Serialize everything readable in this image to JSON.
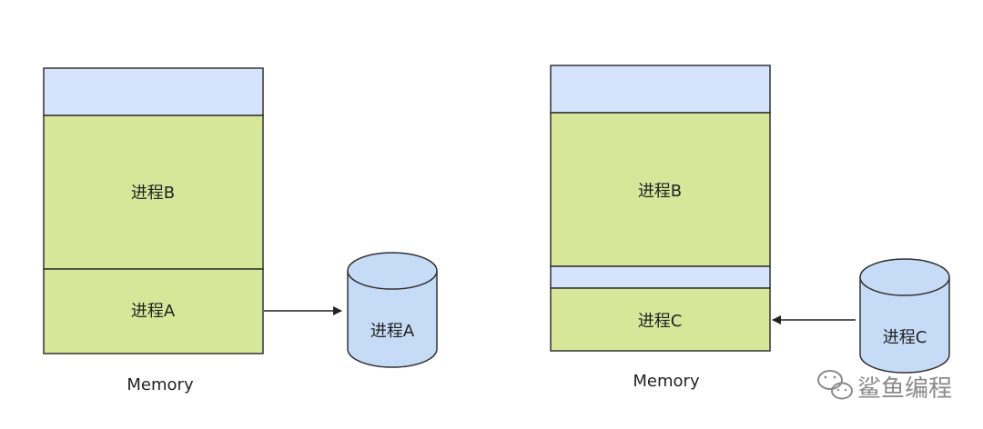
{
  "colors": {
    "free": "#d5e4fb",
    "process": "#d6e79a",
    "disk": "#c6dbf6",
    "stroke": "#333333",
    "watermark": "#8a8a8a"
  },
  "left": {
    "segments": [
      {
        "label": "",
        "state": "free"
      },
      {
        "label": "进程B",
        "state": "process"
      },
      {
        "label": "进程A",
        "state": "process"
      }
    ],
    "caption": "Memory",
    "disk_label": "进程A",
    "arrow_direction": "memory-to-disk"
  },
  "right": {
    "segments": [
      {
        "label": "",
        "state": "free"
      },
      {
        "label": "进程B",
        "state": "process"
      },
      {
        "label": "",
        "state": "free"
      },
      {
        "label": "进程C",
        "state": "process"
      }
    ],
    "caption": "Memory",
    "disk_label": "进程C",
    "arrow_direction": "disk-to-memory"
  },
  "watermark": {
    "icon": "wechat-icon",
    "text": "鲨鱼编程"
  }
}
